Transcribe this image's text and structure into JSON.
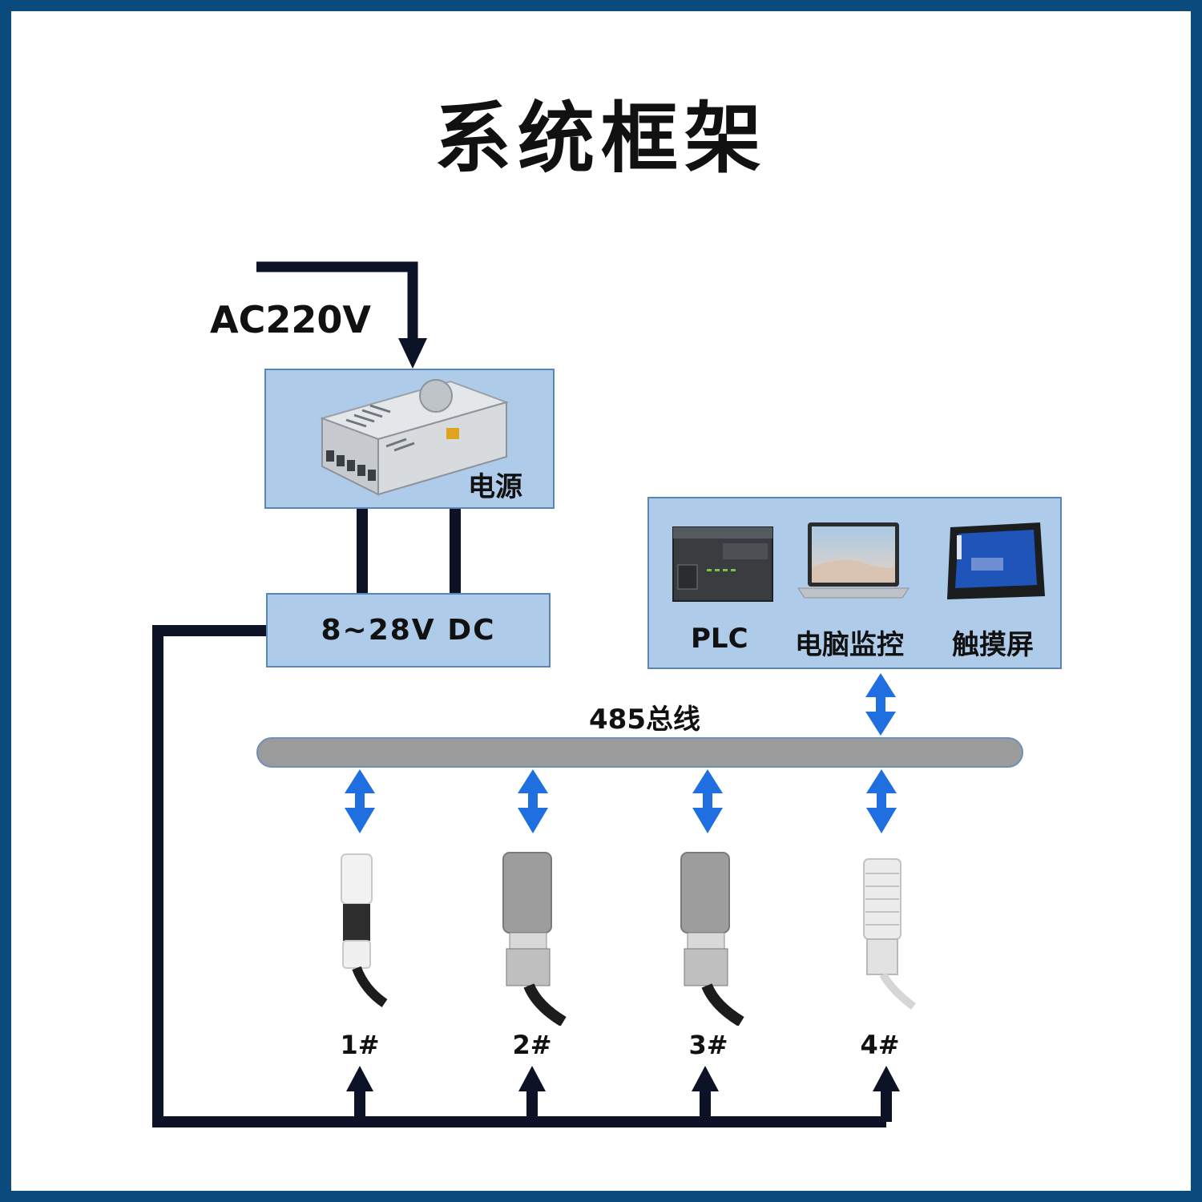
{
  "title": "系统框架",
  "power_input": "AC220V",
  "power_supply_label": "电源",
  "dc_label": "8~28V DC",
  "bus_label": "485总线",
  "controllers": [
    {
      "label": "PLC",
      "icon": "plc-icon"
    },
    {
      "label": "电脑监控",
      "icon": "laptop-icon"
    },
    {
      "label": "触摸屏",
      "icon": "touchscreen-icon"
    }
  ],
  "sensors": [
    {
      "label": "1#",
      "type": "white-probe"
    },
    {
      "label": "2#",
      "type": "sintered-probe"
    },
    {
      "label": "3#",
      "type": "sintered-probe"
    },
    {
      "label": "4#",
      "type": "louvered-probe"
    }
  ],
  "colors": {
    "frame": "#0b4a7d",
    "box": "#aecbea",
    "arrow_blue": "#1f6fe0",
    "line": "#0d1326",
    "bus": "#9b9b9b"
  }
}
